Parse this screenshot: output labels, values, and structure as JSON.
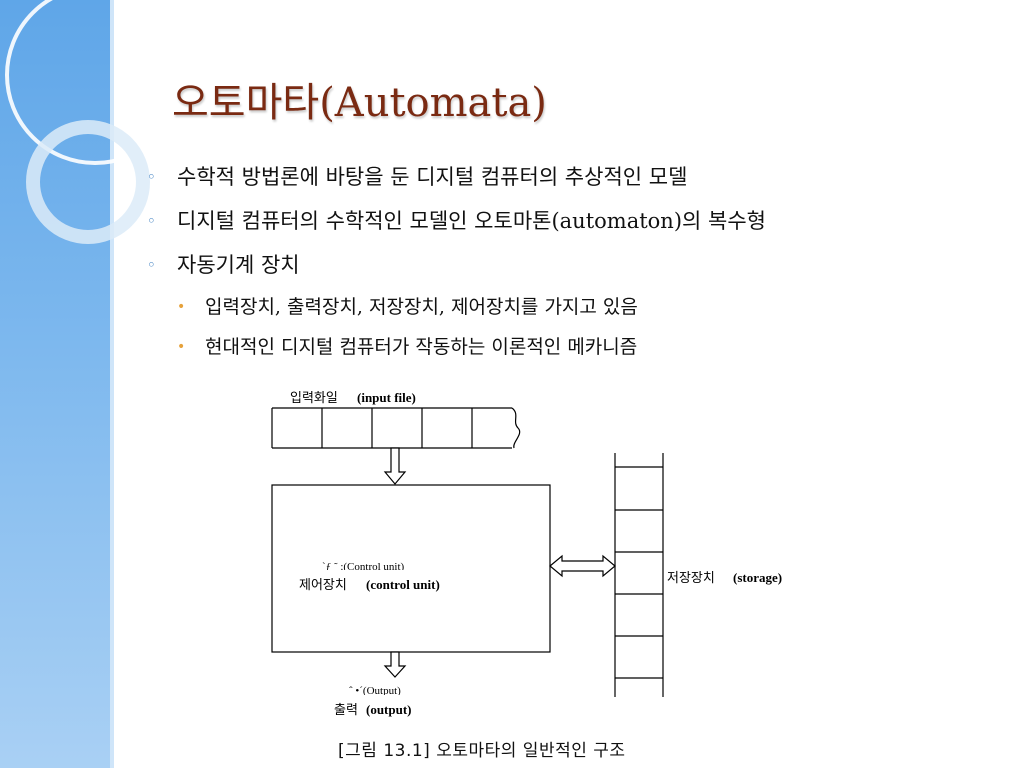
{
  "slide": {
    "title": "오토마타(Automata)",
    "bullets": [
      {
        "level": 1,
        "text": "수학적 방법론에 바탕을 둔 디지털 컴퓨터의 추상적인 모델"
      },
      {
        "level": 1,
        "text": "디지털 컴퓨터의 수학적인 모델인 오토마톤(automaton)의 복수형"
      },
      {
        "level": 1,
        "text": "자동기계 장치"
      },
      {
        "level": 2,
        "text": "입력장치, 출력장치, 저장장치, 제어장치를 가지고 있음"
      },
      {
        "level": 2,
        "text": "현대적인 디지털 컴퓨터가 작동하는 이론적인 메카니즘"
      }
    ],
    "bullet_marks": {
      "level1": "◦",
      "level2": "•"
    }
  },
  "diagram": {
    "input": {
      "label_ko": "입력화일",
      "label_en": "(input  file)"
    },
    "control": {
      "label_ko": "제어장치",
      "label_en": "(control unit)",
      "garbled": "`ƒ  ˜ :(Control unit)"
    },
    "storage": {
      "label_ko": "저장장치",
      "label_en": "(storage)"
    },
    "output": {
      "label_ko": "출력",
      "label_en": "(output)",
      "garbled": "ˆ •´(Output)"
    }
  },
  "caption": "[그림 13.1]  오토마타의  일반적인 구조",
  "theme": {
    "sidebar": "#6aaeea",
    "title_color": "#7a2a12",
    "bullet1_color": "#3d7fc1",
    "bullet2_color": "#e6a23c"
  }
}
